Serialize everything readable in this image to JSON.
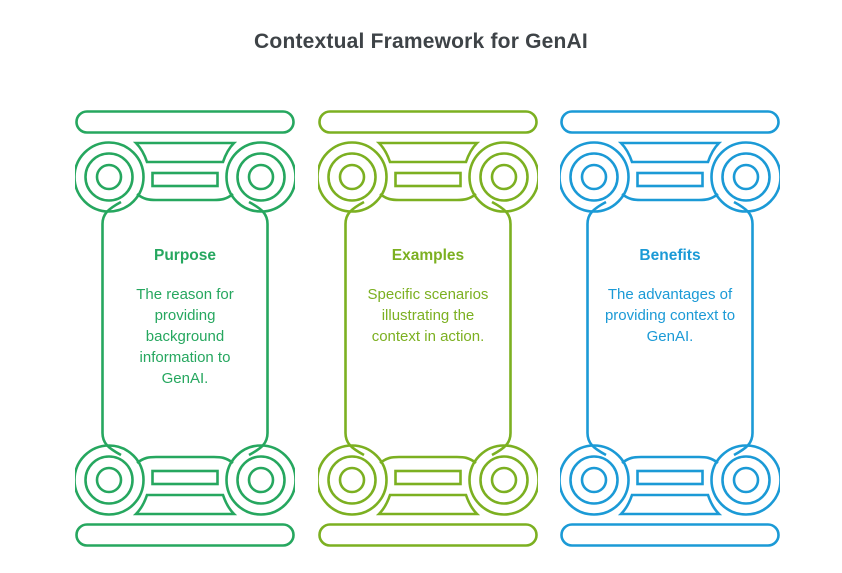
{
  "title": "Contextual Framework for GenAI",
  "title_color": "#3E4347",
  "background_color": "#FFFFFF",
  "columns": [
    {
      "heading": "Purpose",
      "body": "The reason for\nproviding\nbackground\ninformation to\nGenAI.",
      "color": "#26A75F",
      "icon": "greek-column-icon"
    },
    {
      "heading": "Examples",
      "body": "Specific scenarios\nillustrating the\ncontext in action.",
      "color": "#7CB021",
      "icon": "greek-column-icon"
    },
    {
      "heading": "Benefits",
      "body": "The advantages of\nproviding context to\nGenAI.",
      "color": "#1B9AD6",
      "icon": "greek-column-icon"
    }
  ]
}
